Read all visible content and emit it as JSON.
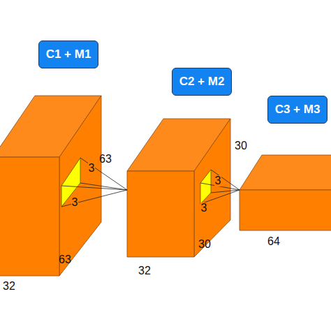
{
  "diagram": {
    "nodes": [
      {
        "text": [
          "C1 + M1"
        ]
      },
      {
        "text": [
          "C2 + M2"
        ]
      },
      {
        "text": [
          "C3 + M3"
        ]
      }
    ],
    "labels": [
      "63",
      "3",
      "3",
      "63",
      "32",
      "30",
      "3",
      "3",
      "30",
      "32",
      "64"
    ]
  }
}
